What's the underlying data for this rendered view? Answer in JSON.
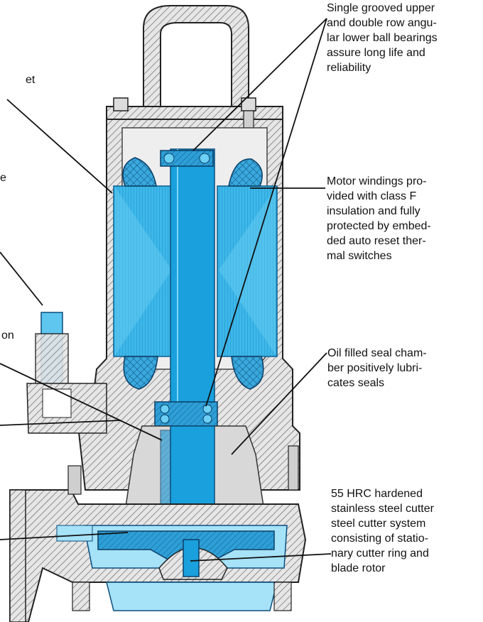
{
  "callouts": {
    "bearings": {
      "lines": [
        "Single grooved upper",
        "and double row angu-",
        "lar lower ball bearings",
        "assure long life and",
        "reliability"
      ]
    },
    "windings": {
      "lines": [
        "Motor windings pro-",
        "vided with class F",
        "insulation and fully",
        "protected by embed-",
        "ded auto reset ther-",
        "mal switches"
      ]
    },
    "seal": {
      "lines": [
        "Oil filled seal cham-",
        "ber positively lubri-",
        "cates seals"
      ]
    },
    "cutter": {
      "lines": [
        "55 HRC hardened",
        "stainless steel cutter",
        "steel cutter system",
        "consisting of statio-",
        "nary cutter ring and",
        "blade rotor"
      ]
    }
  },
  "cropped_fragments": [
    "et",
    "e",
    "on"
  ],
  "colors": {
    "casing_fill": "#e6e6e6",
    "casing_hatch": "#555555",
    "blue_parts": "#4cc3ee",
    "blue_light": "#a6e2f8",
    "shaft": "#1aa0dd",
    "line": "#111111"
  }
}
